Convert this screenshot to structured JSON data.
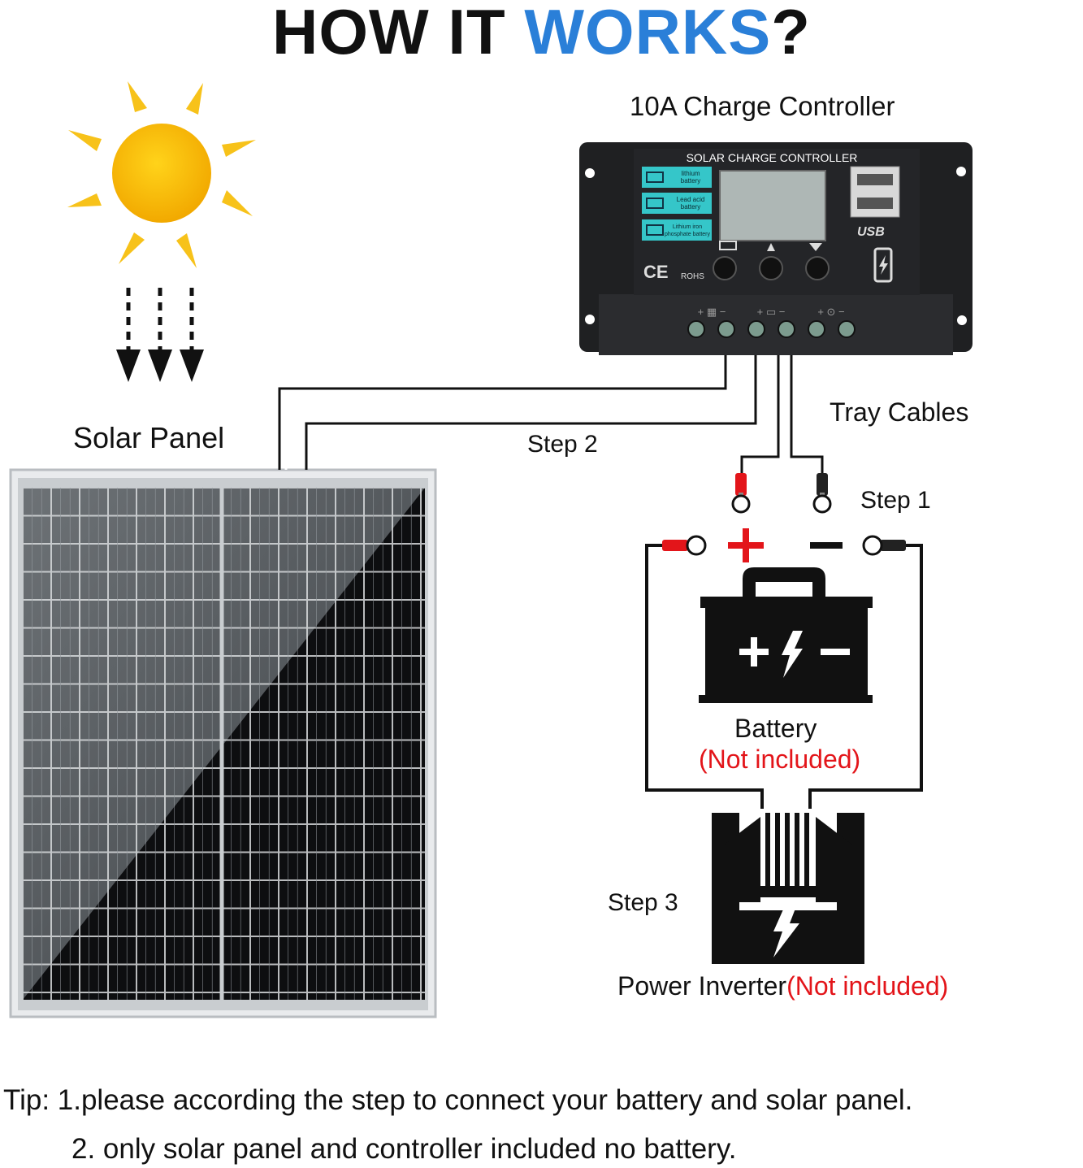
{
  "title": {
    "part1": "HOW IT ",
    "highlight": "WORKS",
    "part2": "?"
  },
  "labels": {
    "controller": "10A Charge Controller",
    "solar_panel": "Solar Panel",
    "tray_cables": "Tray Cables",
    "step1": "Step 1",
    "step2": "Step 2",
    "step3": "Step 3",
    "battery": "Battery",
    "battery_note": "(Not included)",
    "inverter": "Power Inverter",
    "inverter_note": "(Not included)"
  },
  "controller_panel": {
    "header": "SOLAR CHARGE CONTROLLER",
    "battery_types": [
      {
        "line1": "lithium",
        "line2": "battery"
      },
      {
        "line1": "Lead acid",
        "line2": "battery"
      },
      {
        "line1": "Lithium iron",
        "line2": "phosphate battery"
      }
    ],
    "ce_mark": "CE",
    "rohs": "ROHS",
    "usb": "USB",
    "terminal_labels": [
      "+ ▦ −",
      "+ ▭ −",
      "+ ⊙ −"
    ]
  },
  "tips": {
    "line1": "Tip: 1.please according the step to connect your battery and solar panel.",
    "line2": "2. only solar panel and controller included no battery."
  },
  "colors": {
    "accent_blue": "#2a7fd8",
    "note_red": "#e3151a",
    "sun": "#f7b500",
    "controller_body": "#1f2022",
    "lcd_teal": "#35c6c9"
  },
  "icons": {
    "sun": "sun-icon",
    "arrows": "down-arrows-icon",
    "battery": "battery-icon",
    "inverter": "power-inverter-icon"
  }
}
